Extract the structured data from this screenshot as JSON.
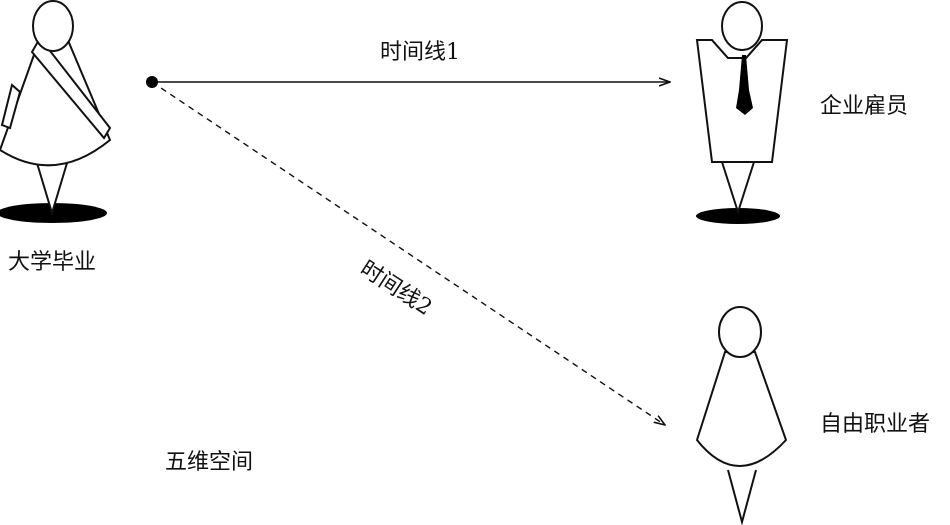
{
  "labels": {
    "graduate": "大学毕业",
    "employee": "企业雇员",
    "freelancer": "自由职业者",
    "timeline1": "时间线1",
    "timeline2": "时间线2",
    "space": "五维空间"
  },
  "colors": {
    "stroke": "#111111",
    "fill": "#ffffff",
    "shadow": "#000000"
  },
  "icons": {
    "graduate": "graduate-figure-icon",
    "employee": "employee-figure-icon",
    "freelancer": "freelancer-figure-icon"
  }
}
